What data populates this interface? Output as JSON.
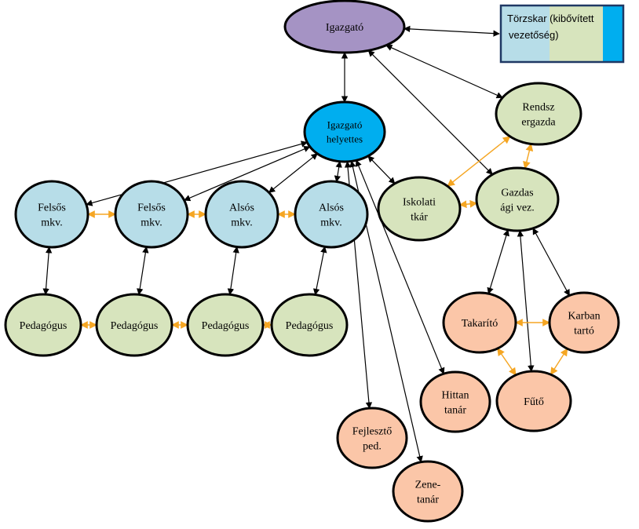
{
  "colors": {
    "purple": "#a593c4",
    "blue": "#00aeef",
    "lightblue": "#b7dde8",
    "green": "#d7e4bd",
    "peach": "#fbc6a8",
    "orange_arrow": "#f5a623",
    "black_arrow": "#000000",
    "box_left": "#b7dde8",
    "box_mid": "#d7e4bd",
    "box_right": "#00aeef",
    "box_border": "#1f3864"
  },
  "torzskar": {
    "line1": "Törzskar (kibővített",
    "line2": "vezetőség)"
  },
  "nodes": [
    {
      "id": "igazgato",
      "lines": [
        "Igazgató"
      ],
      "color": "purple"
    },
    {
      "id": "helyettes",
      "lines": [
        "Igazgató",
        "helyettes"
      ],
      "color": "blue"
    },
    {
      "id": "rendszergazda",
      "lines": [
        "Rendsz",
        "ergazda"
      ],
      "color": "green"
    },
    {
      "id": "gazdasagi",
      "lines": [
        "Gazdas",
        "ági vez."
      ],
      "color": "green"
    },
    {
      "id": "iskolatitkar",
      "lines": [
        "Iskolati",
        "tkár"
      ],
      "color": "green"
    },
    {
      "id": "felsos1",
      "lines": [
        "Felsős",
        "mkv."
      ],
      "color": "lightblue"
    },
    {
      "id": "felsos2",
      "lines": [
        "Felsős",
        "mkv."
      ],
      "color": "lightblue"
    },
    {
      "id": "alsos1",
      "lines": [
        "Alsós",
        "mkv."
      ],
      "color": "lightblue"
    },
    {
      "id": "alsos2",
      "lines": [
        "Alsós",
        "mkv."
      ],
      "color": "lightblue"
    },
    {
      "id": "ped1",
      "lines": [
        "Pedagógus"
      ],
      "color": "green"
    },
    {
      "id": "ped2",
      "lines": [
        "Pedagógus"
      ],
      "color": "green"
    },
    {
      "id": "ped3",
      "lines": [
        "Pedagógus"
      ],
      "color": "green"
    },
    {
      "id": "ped4",
      "lines": [
        "Pedagógus"
      ],
      "color": "green"
    },
    {
      "id": "takarito",
      "lines": [
        "Takarító"
      ],
      "color": "peach"
    },
    {
      "id": "karbantarto",
      "lines": [
        "Karban",
        "tartó"
      ],
      "color": "peach"
    },
    {
      "id": "futo",
      "lines": [
        "Fűtő"
      ],
      "color": "peach"
    },
    {
      "id": "hittan",
      "lines": [
        "Hittan",
        "tanár"
      ],
      "color": "peach"
    },
    {
      "id": "fejleszto",
      "lines": [
        "Fejlesztő",
        "ped."
      ],
      "color": "peach"
    },
    {
      "id": "zenetanar",
      "lines": [
        "Zene-",
        "tanár"
      ],
      "color": "peach"
    }
  ],
  "edges": [
    {
      "from": "igazgato",
      "to": "torzskar",
      "style": "black",
      "dir": "both"
    },
    {
      "from": "igazgato",
      "to": "helyettes",
      "style": "black",
      "dir": "both"
    },
    {
      "from": "igazgato",
      "to": "rendszergazda",
      "style": "black",
      "dir": "both"
    },
    {
      "from": "igazgato",
      "to": "gazdasagi",
      "style": "black",
      "dir": "both"
    },
    {
      "from": "helyettes",
      "to": "felsos1",
      "style": "black",
      "dir": "both"
    },
    {
      "from": "helyettes",
      "to": "felsos2",
      "style": "black",
      "dir": "both"
    },
    {
      "from": "helyettes",
      "to": "alsos1",
      "style": "black",
      "dir": "both"
    },
    {
      "from": "helyettes",
      "to": "alsos2",
      "style": "black",
      "dir": "both"
    },
    {
      "from": "helyettes",
      "to": "iskolatitkar",
      "style": "black",
      "dir": "both"
    },
    {
      "from": "helyettes",
      "to": "hittan",
      "style": "black",
      "dir": "both"
    },
    {
      "from": "helyettes",
      "to": "fejleszto",
      "style": "black",
      "dir": "both"
    },
    {
      "from": "helyettes",
      "to": "zenetanar",
      "style": "black",
      "dir": "both"
    },
    {
      "from": "felsos1",
      "to": "ped1",
      "style": "black",
      "dir": "both"
    },
    {
      "from": "felsos2",
      "to": "ped2",
      "style": "black",
      "dir": "both"
    },
    {
      "from": "alsos1",
      "to": "ped3",
      "style": "black",
      "dir": "both"
    },
    {
      "from": "alsos2",
      "to": "ped4",
      "style": "black",
      "dir": "both"
    },
    {
      "from": "felsos1",
      "to": "felsos2",
      "style": "orange",
      "dir": "both"
    },
    {
      "from": "felsos2",
      "to": "alsos1",
      "style": "orange",
      "dir": "both"
    },
    {
      "from": "alsos1",
      "to": "alsos2",
      "style": "orange",
      "dir": "both"
    },
    {
      "from": "ped1",
      "to": "ped2",
      "style": "orange",
      "dir": "both"
    },
    {
      "from": "ped2",
      "to": "ped3",
      "style": "orange",
      "dir": "both"
    },
    {
      "from": "ped3",
      "to": "ped4",
      "style": "orange",
      "dir": "both"
    },
    {
      "from": "iskolatitkar",
      "to": "rendszergazda",
      "style": "orange",
      "dir": "both"
    },
    {
      "from": "iskolatitkar",
      "to": "gazdasagi",
      "style": "orange",
      "dir": "both"
    },
    {
      "from": "rendszergazda",
      "to": "gazdasagi",
      "style": "orange",
      "dir": "both"
    },
    {
      "from": "gazdasagi",
      "to": "takarito",
      "style": "black",
      "dir": "both"
    },
    {
      "from": "gazdasagi",
      "to": "karbantarto",
      "style": "black",
      "dir": "both"
    },
    {
      "from": "gazdasagi",
      "to": "futo",
      "style": "black",
      "dir": "both"
    },
    {
      "from": "takarito",
      "to": "karbantarto",
      "style": "orange",
      "dir": "both"
    },
    {
      "from": "takarito",
      "to": "futo",
      "style": "orange",
      "dir": "both"
    },
    {
      "from": "karbantarto",
      "to": "futo",
      "style": "orange",
      "dir": "both"
    }
  ]
}
